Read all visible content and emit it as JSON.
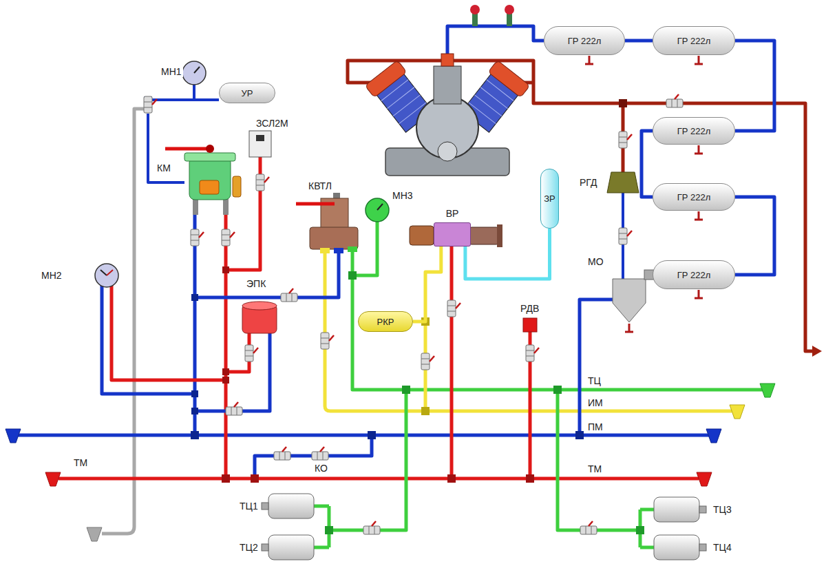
{
  "diagram": {
    "nodes": [
      {
        "text": [
          "УР"
        ]
      },
      {
        "text": [
          "ГР 222л"
        ]
      },
      {
        "text": [
          "ГР 222л"
        ]
      },
      {
        "text": [
          "ГР 222л"
        ]
      },
      {
        "text": [
          "ГР 222л"
        ]
      },
      {
        "text": [
          "ГР 222л"
        ]
      },
      {
        "text": [
          "ВР"
        ]
      },
      {
        "text": [
          "ЗР"
        ]
      },
      {
        "text": [
          "РКР"
        ]
      }
    ],
    "edges": [
      {
        "from": 1,
        "to": 2,
        "arrow": "none"
      },
      {
        "from": 2,
        "to": 3,
        "arrow": "none"
      },
      {
        "from": 3,
        "to": 4,
        "arrow": "none"
      },
      {
        "from": 4,
        "to": 5,
        "arrow": "none"
      },
      {
        "from": 6,
        "to": 7,
        "arrow": "none"
      },
      {
        "from": 6,
        "to": 8,
        "arrow": "none"
      }
    ],
    "labels": [
      "МН1",
      "ЗСЛ2М",
      "КМ",
      "КВТЛ",
      "МН3",
      "РГД",
      "МО",
      "МН2",
      "ЭПК",
      "РДВ",
      "ТЦ",
      "ИМ",
      "ПМ",
      "ТМ",
      "ТМ",
      "КО",
      "ТЦ1",
      "ТЦ2",
      "ТЦ3",
      "ТЦ4"
    ]
  }
}
